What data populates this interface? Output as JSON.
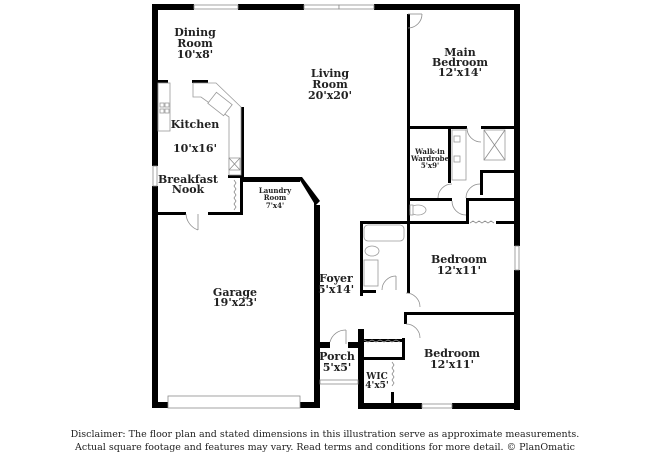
{
  "floor_plan": {
    "rooms": [
      {
        "id": "dining",
        "name_lines": [
          "Dining",
          "Room"
        ],
        "dims": "10'x8'"
      },
      {
        "id": "living",
        "name_lines": [
          "Living",
          "Room"
        ],
        "dims": "20'x20'"
      },
      {
        "id": "main_bedroom",
        "name_lines": [
          "Main",
          "Bedroom"
        ],
        "dims": "12'x14'"
      },
      {
        "id": "kitchen",
        "name_lines": [
          "Kitchen"
        ],
        "dims": "10'x16'"
      },
      {
        "id": "walk_in_wardrobe",
        "name_lines": [
          "Walk-in",
          "Wardrobe"
        ],
        "dims": "5'x9'"
      },
      {
        "id": "breakfast_nook",
        "name_lines": [
          "Breakfast",
          "Nook"
        ],
        "dims": ""
      },
      {
        "id": "laundry",
        "name_lines": [
          "Laundry",
          "Room"
        ],
        "dims": "7'x4'"
      },
      {
        "id": "bedroom2",
        "name_lines": [
          "Bedroom"
        ],
        "dims": "12'x11'"
      },
      {
        "id": "garage",
        "name_lines": [
          "Garage"
        ],
        "dims": "19'x23'"
      },
      {
        "id": "foyer",
        "name_lines": [
          "Foyer"
        ],
        "dims": "5'x14'"
      },
      {
        "id": "bedroom3",
        "name_lines": [
          "Bedroom"
        ],
        "dims": "12'x11'"
      },
      {
        "id": "porch",
        "name_lines": [
          "Porch"
        ],
        "dims": "5'x5'"
      },
      {
        "id": "wic",
        "name_lines": [
          "WIC"
        ],
        "dims": "4'x5'"
      }
    ]
  },
  "disclaimer": {
    "line1": "Disclaimer: The floor plan and stated dimensions in this illustration serve as approximate measurements.",
    "line2": "Actual square footage and features may vary. Read terms and conditions for more detail. © PlanOmatic"
  }
}
